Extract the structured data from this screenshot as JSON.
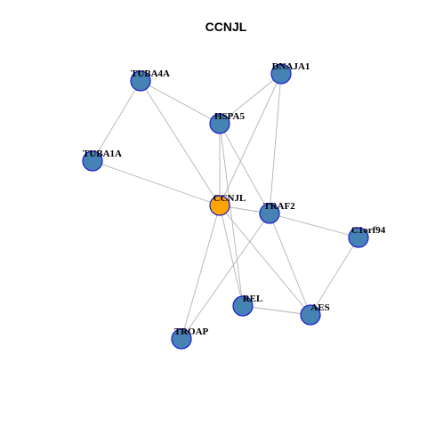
{
  "title": "CCNJL",
  "colors": {
    "center_node": "#ffa500",
    "node": "#4682b4",
    "node_border": "#1a1acd",
    "edge": "#b3b3b3"
  },
  "nodes": [
    {
      "id": "CCNJL",
      "label": "CCNJL",
      "center": true
    },
    {
      "id": "TUBA4A",
      "label": "TUBA4A"
    },
    {
      "id": "DNAJA1",
      "label": "DNAJA1"
    },
    {
      "id": "HSPA5",
      "label": "HSPA5"
    },
    {
      "id": "TUBA1A",
      "label": "TUBA1A"
    },
    {
      "id": "TRAF2",
      "label": "TRAF2"
    },
    {
      "id": "C1orf94",
      "label": "C1orf94"
    },
    {
      "id": "REL",
      "label": "REL"
    },
    {
      "id": "AES",
      "label": "AES"
    },
    {
      "id": "TROAP",
      "label": "TROAP"
    }
  ],
  "edges": [
    [
      "TUBA4A",
      "TUBA1A"
    ],
    [
      "TUBA4A",
      "HSPA5"
    ],
    [
      "TUBA4A",
      "CCNJL"
    ],
    [
      "DNAJA1",
      "HSPA5"
    ],
    [
      "DNAJA1",
      "CCNJL"
    ],
    [
      "DNAJA1",
      "TRAF2"
    ],
    [
      "HSPA5",
      "CCNJL"
    ],
    [
      "HSPA5",
      "TRAF2"
    ],
    [
      "HSPA5",
      "REL"
    ],
    [
      "TUBA1A",
      "CCNJL"
    ],
    [
      "CCNJL",
      "TRAF2"
    ],
    [
      "CCNJL",
      "REL"
    ],
    [
      "CCNJL",
      "AES"
    ],
    [
      "CCNJL",
      "TROAP"
    ],
    [
      "TRAF2",
      "C1orf94"
    ],
    [
      "TRAF2",
      "AES"
    ],
    [
      "TRAF2",
      "TROAP"
    ],
    [
      "C1orf94",
      "AES"
    ],
    [
      "REL",
      "AES"
    ]
  ]
}
